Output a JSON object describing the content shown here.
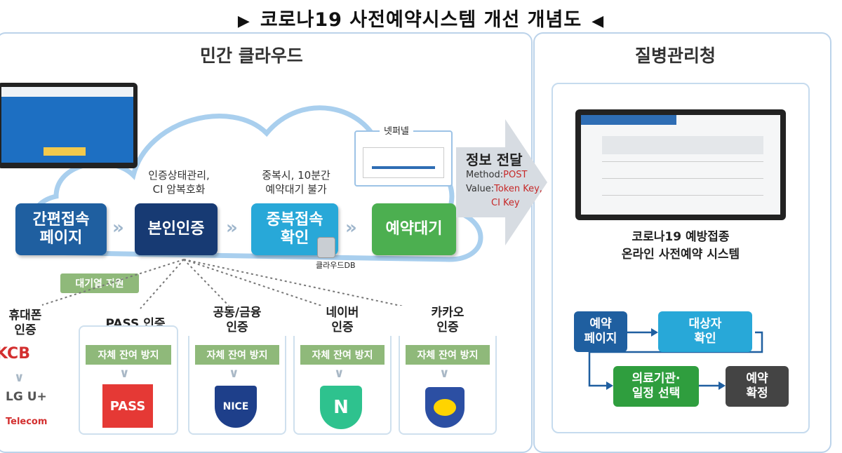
{
  "title": "코로나19 사전예약시스템 개선 개념도",
  "left_section": {
    "title": "민간 클라우드"
  },
  "right_section": {
    "title": "질병관리청"
  },
  "netfunnel": {
    "label": "넷퍼넬"
  },
  "steps": [
    {
      "label": "간편접속\n페이지",
      "color": "#1f5fa0"
    },
    {
      "label": "본인인증",
      "color": "#173a73"
    },
    {
      "label": "중복접속\n확인",
      "color": "#28a8d8"
    },
    {
      "label": "예약대기",
      "color": "#4caf50"
    }
  ],
  "captions": {
    "auth": "인증상태관리,\nCI 암복호화",
    "dup": "중복시, 10분간\n예약대기 불가"
  },
  "cloud_db_label": "클라우드DB",
  "waiting_support": "대기열 지원",
  "transfer": {
    "title": "정보 전달",
    "method_key": "Method:",
    "method_val": "POST",
    "value_key": "Value:",
    "value_val": "Token Key,",
    "value_val2": "CI Key"
  },
  "providers": [
    {
      "title": "휴대폰\n인증",
      "logos": [
        "KCB",
        "LG U+",
        "Telecom"
      ]
    },
    {
      "title": "PASS 인증",
      "badge": "자체 잔여 방지",
      "logo": "PASS"
    },
    {
      "title": "공동/금융\n인증",
      "badge": "자체 잔여 방지",
      "logo": "NICE"
    },
    {
      "title": "네이버\n인증",
      "badge": "자체 잔여 방지",
      "logo": "N"
    },
    {
      "title": "카카오\n인증",
      "badge": "자체 잔여 방지",
      "logo": "kakao"
    }
  ],
  "system_label": "코로나19 예방접종\n온라인 사전예약 시스템",
  "flow": [
    {
      "label": "예약\n페이지",
      "color": "#1f5fa0"
    },
    {
      "label": "대상자\n확인",
      "color": "#28a8d8"
    },
    {
      "label": "의료기관·\n일정 선택",
      "color": "#2f9e3e"
    },
    {
      "label": "예약\n확정",
      "color": "#444444"
    }
  ]
}
